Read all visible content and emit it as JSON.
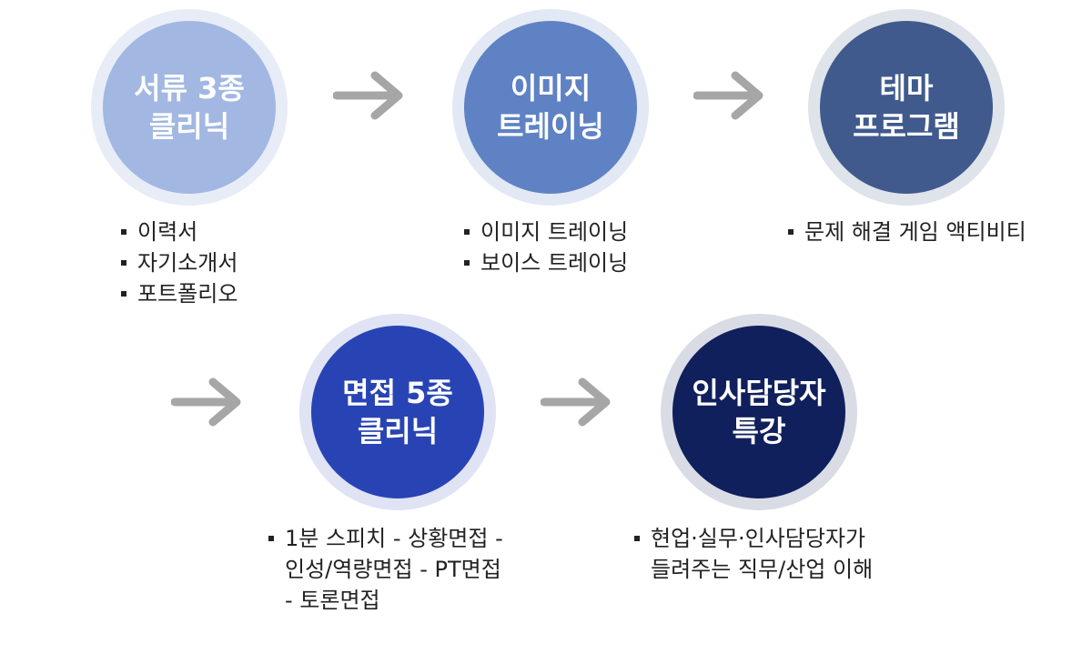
{
  "colors": {
    "step1": "#a2b7e2",
    "step2": "#5e82c4",
    "step3": "#405a8e",
    "step4": "#2844b4",
    "step5": "#0f205c",
    "arrow": "#a6a6a6"
  },
  "steps": [
    {
      "line1": "서류 3종",
      "line2": "클리닉",
      "bullets": [
        "이력서",
        "자기소개서",
        "포트폴리오"
      ]
    },
    {
      "line1": "이미지",
      "line2": "트레이닝",
      "bullets": [
        "이미지 트레이닝",
        "보이스 트레이닝"
      ]
    },
    {
      "line1": "테마",
      "line2": "프로그램",
      "bullets": [
        "문제 해결 게임 액티비티"
      ]
    },
    {
      "line1": "면접 5종",
      "line2": "클리닉",
      "bullets": [
        [
          "1분 스피치 - 상황면접 -",
          "인성/역량면접 - PT면접",
          "- 토론면접"
        ]
      ]
    },
    {
      "line1": "인사담당자",
      "line2": "특강",
      "bullets": [
        [
          "현업·실무·인사담당자가",
          "들려주는 직무/산업 이해"
        ]
      ]
    }
  ]
}
